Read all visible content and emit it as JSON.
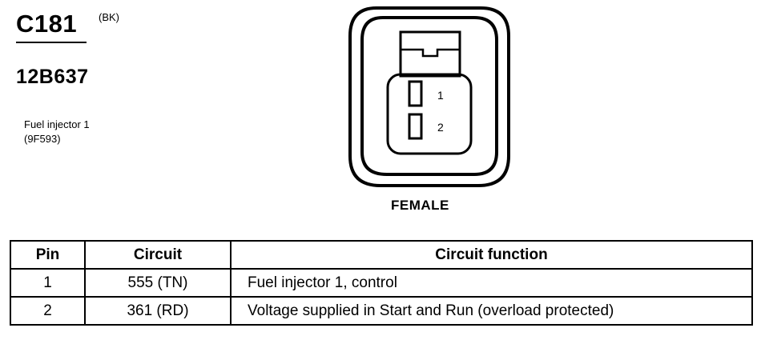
{
  "connector": {
    "id": "C181",
    "color": "(BK)",
    "part_number": "12B637",
    "component_line1": "Fuel injector 1",
    "component_line2": "(9F593)"
  },
  "diagram": {
    "pin_labels": [
      "1",
      "2"
    ],
    "gender": "FEMALE"
  },
  "table": {
    "headers": {
      "pin": "Pin",
      "circuit": "Circuit",
      "function": "Circuit function"
    },
    "rows": [
      {
        "pin": "1",
        "circuit": "555 (TN)",
        "function": "Fuel injector 1, control"
      },
      {
        "pin": "2",
        "circuit": "361 (RD)",
        "function": "Voltage supplied in Start and Run (overload protected)"
      }
    ]
  }
}
